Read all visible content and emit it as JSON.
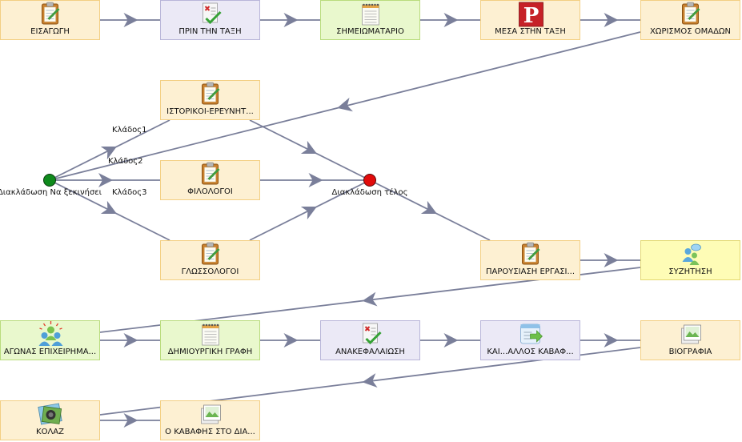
{
  "colors": {
    "activity_fill": "#fdf0d2",
    "activity_border": "#f3cf83",
    "resource_fill": "#ebe9f6",
    "resource_border": "#b9b6d9",
    "note_fill": "#e9f8cd",
    "note_border": "#b9dc7d",
    "discuss_fill": "#fefcb6",
    "discuss_border": "#e3d871",
    "connector": "#7a7f9a",
    "branch_start": "#0f8a1c",
    "branch_end": "#e10b0b"
  },
  "nodes": [
    {
      "id": "n1",
      "label": "ΕΙΣΑΓΩΓΗ",
      "icon": "notepad-icon",
      "kind": "activity"
    },
    {
      "id": "n2",
      "label": "ΠΡΙΝ ΤΗΝ ΤΑΞΗ",
      "icon": "quiz-icon",
      "kind": "resource"
    },
    {
      "id": "n3",
      "label": "ΣΗΜΕΙΩΜΑΤΑΡΙΟ",
      "icon": "notebook-icon",
      "kind": "note"
    },
    {
      "id": "n4",
      "label": "ΜΕΣΑ ΣΤΗΝ ΤΑΞΗ",
      "icon": "presentation-p-icon",
      "kind": "activity"
    },
    {
      "id": "n5",
      "label": "ΧΩΡΙΣΜΟΣ ΟΜΑΔΩΝ",
      "icon": "notepad-icon",
      "kind": "activity"
    },
    {
      "id": "n6",
      "label": "ΙΣΤΟΡΙΚΟΙ-ΕΡΕΥΝΗΤ...",
      "icon": "notepad-icon",
      "kind": "activity"
    },
    {
      "id": "n7",
      "label": "ΦΙΛΟΛΟΓΟΙ",
      "icon": "notepad-icon",
      "kind": "activity"
    },
    {
      "id": "n8",
      "label": "ΓΛΩΣΣΟΛΟΓΟΙ",
      "icon": "notepad-icon",
      "kind": "activity"
    },
    {
      "id": "n9",
      "label": "ΠΑΡΟΥΣΙΑΣΗ ΕΡΓΑΣΙ...",
      "icon": "notepad-icon",
      "kind": "activity"
    },
    {
      "id": "n10",
      "label": "ΣΥΖΗΤΗΣΗ",
      "icon": "discussion-icon",
      "kind": "discuss"
    },
    {
      "id": "n11",
      "label": "ΑΓΩΝΑΣ ΕΠΙΧΕΙΡΗΜΑ...",
      "icon": "group-icon",
      "kind": "note"
    },
    {
      "id": "n12",
      "label": "ΔΗΜΙΟΥΡΓΙΚΗ ΓΡΑΦΗ",
      "icon": "notebook-icon",
      "kind": "note"
    },
    {
      "id": "n13",
      "label": "ΑΝΑΚΕΦΑΛΑΙΩΣΗ",
      "icon": "quiz-icon",
      "kind": "resource"
    },
    {
      "id": "n14",
      "label": "ΚΑΙ...ΑΛΛΟΣ ΚΑΒΑΦ...",
      "icon": "share-icon",
      "kind": "resource"
    },
    {
      "id": "n15",
      "label": "ΒΙΟΓΡΑΦΙΑ",
      "icon": "image-icon",
      "kind": "activity"
    },
    {
      "id": "n16",
      "label": "ΚΟΛΑΖ",
      "icon": "collage-icon",
      "kind": "activity"
    },
    {
      "id": "n17",
      "label": "Ο ΚΑΒΑΦΗΣ ΣΤΟ ΔΙΑ...",
      "icon": "image-icon",
      "kind": "activity"
    }
  ],
  "branch_points": {
    "start": {
      "label": "Διακλάδωση Να ξεκινήσει"
    },
    "end": {
      "label": "Διακλάδωση τέλος"
    }
  },
  "branch_labels": [
    "Κλάδος1",
    "Κλάδος2",
    "Κλάδος3"
  ],
  "edges": [
    [
      "n1",
      "n2"
    ],
    [
      "n2",
      "n3"
    ],
    [
      "n3",
      "n4"
    ],
    [
      "n4",
      "n5"
    ],
    [
      "n5",
      "start"
    ],
    [
      "start",
      "n6"
    ],
    [
      "start",
      "n7"
    ],
    [
      "start",
      "n8"
    ],
    [
      "n6",
      "end"
    ],
    [
      "n7",
      "end"
    ],
    [
      "n8",
      "end"
    ],
    [
      "end",
      "n9"
    ],
    [
      "n9",
      "n10"
    ],
    [
      "n10",
      "n11"
    ],
    [
      "n11",
      "n12"
    ],
    [
      "n12",
      "n13"
    ],
    [
      "n13",
      "n14"
    ],
    [
      "n14",
      "n15"
    ],
    [
      "n15",
      "n16"
    ],
    [
      "n16",
      "n17"
    ]
  ]
}
